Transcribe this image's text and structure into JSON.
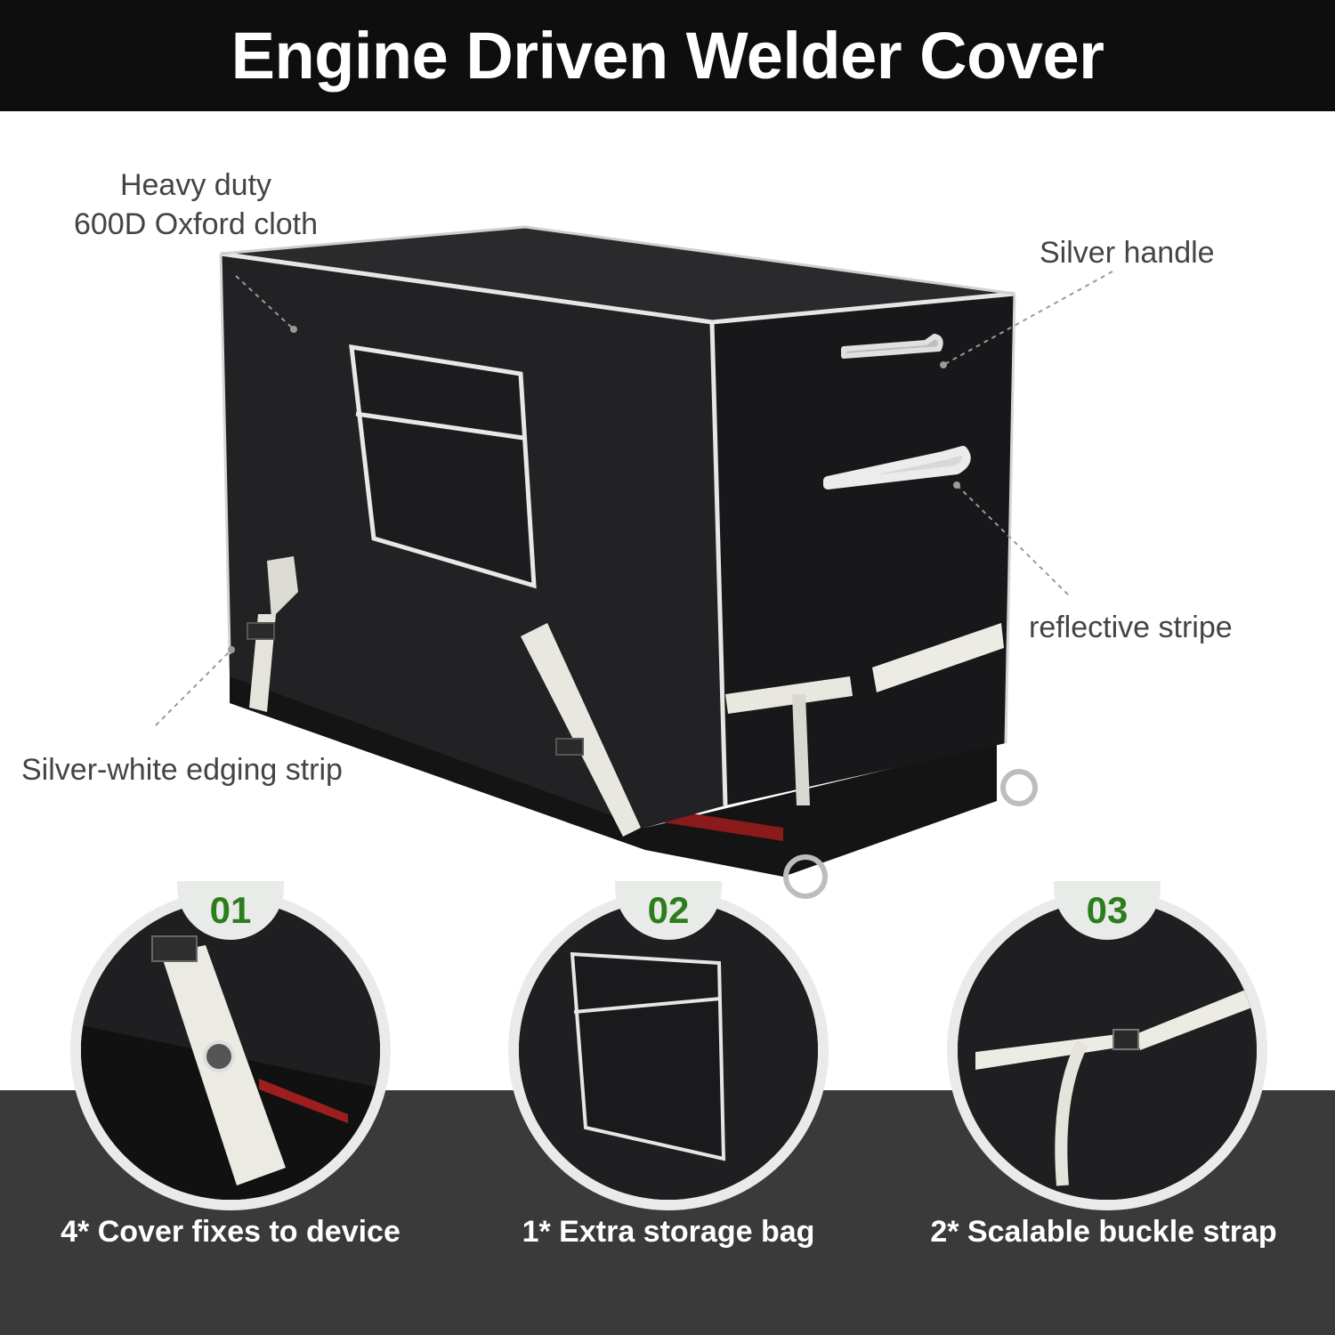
{
  "header": {
    "title": "Engine Driven Welder Cover"
  },
  "callouts": {
    "material_line1": "Heavy duty",
    "material_line2": "600D Oxford cloth",
    "handle": "Silver handle",
    "reflective": "reflective stripe",
    "edging": "Silver-white edging strip"
  },
  "features": [
    {
      "number": "01",
      "caption": "4* Cover fixes to device"
    },
    {
      "number": "02",
      "caption": "1* Extra storage bag"
    },
    {
      "number": "03",
      "caption": "2* Scalable buckle strap"
    }
  ],
  "colors": {
    "header_bg": "#0e0e0e",
    "cover_black": "#1d1d1f",
    "accent_green": "#2e7d1d",
    "bottom_band": "#3a3a3a",
    "ring": "#e8ebe8"
  }
}
